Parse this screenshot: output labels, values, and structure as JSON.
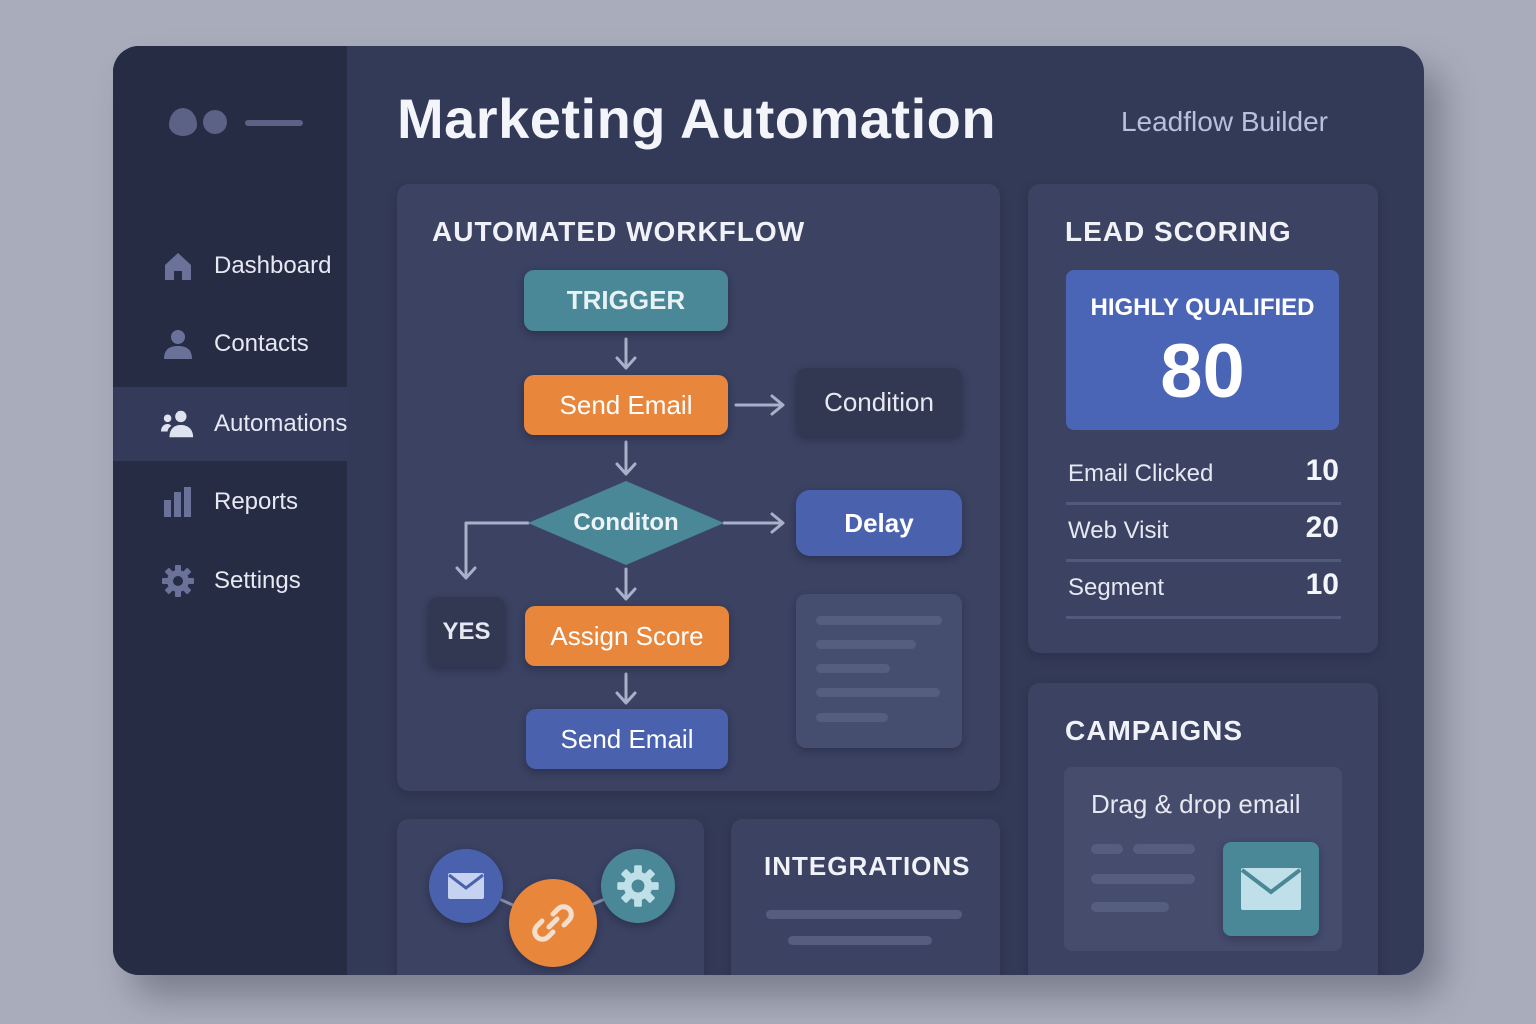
{
  "window": {
    "subtitle": "Leadflow Builder"
  },
  "header": {
    "title": "Marketing Automation"
  },
  "sidebar": {
    "items": [
      {
        "label": "Dashboard",
        "icon": "home-icon"
      },
      {
        "label": "Contacts",
        "icon": "user-icon"
      },
      {
        "label": "Automations",
        "icon": "users-icon",
        "active": true
      },
      {
        "label": "Reports",
        "icon": "bar-chart-icon"
      },
      {
        "label": "Settings",
        "icon": "gear-icon"
      }
    ]
  },
  "workflow": {
    "title": "AUTOMATED WORKFLOW",
    "nodes": {
      "trigger": "TRIGGER",
      "send_email_1": "Send Email",
      "condition_box": "Condition",
      "condition_diamond": "Conditon",
      "delay": "Delay",
      "yes": "YES",
      "assign_score": "Assign Score",
      "send_email_2": "Send Email"
    }
  },
  "lead_scoring": {
    "title": "LEAD SCORING",
    "status": "HIGHLY QUALIFIED",
    "score": "80",
    "rows": [
      {
        "label": "Email Clicked",
        "value": "10"
      },
      {
        "label": "Web Visit",
        "value": "20"
      },
      {
        "label": "Segment",
        "value": "10"
      }
    ]
  },
  "integrations": {
    "title": "INTEGRATIONS"
  },
  "campaigns": {
    "title": "CAMPAIGNS",
    "card_label": "Drag & drop email"
  },
  "colors": {
    "background": "#a9adbb",
    "window": "#333a57",
    "sidebar": "#272c45",
    "panel": "#3b4262",
    "teal": "#4a8797",
    "orange": "#e8873c",
    "blue": "#4a62ad"
  }
}
